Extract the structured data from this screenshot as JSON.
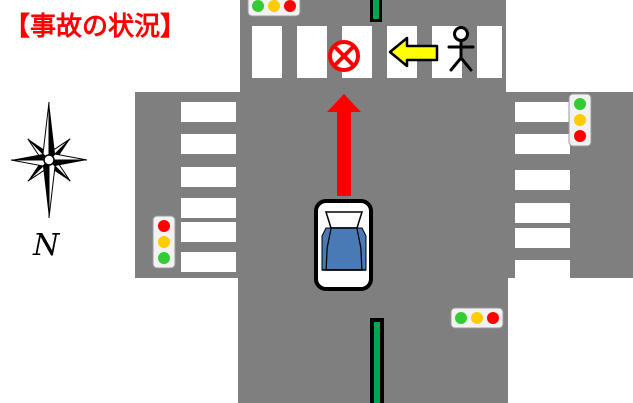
{
  "title": "【事故の状況】",
  "compass": {
    "label": "N"
  },
  "colors": {
    "title": "#ff0000",
    "road": "#7f7f7f",
    "crosswalk": "#ffffff",
    "center_line": "#00a651",
    "arrow_red": "#ff0000",
    "arrow_yellow": "#ffff00",
    "car_body": "#4a7ab5",
    "signal_green": "#33cc33",
    "signal_yellow": "#ffcc00",
    "signal_red": "#ff0000"
  },
  "signals": [
    {
      "name": "north-signal",
      "orientation": "horizontal",
      "lamps": [
        "green",
        "yellow",
        "red"
      ]
    },
    {
      "name": "east-signal",
      "orientation": "vertical",
      "lamps": [
        "green",
        "yellow",
        "red"
      ]
    },
    {
      "name": "west-signal",
      "orientation": "vertical",
      "lamps": [
        "red",
        "yellow",
        "green"
      ]
    },
    {
      "name": "south-signal",
      "orientation": "horizontal",
      "lamps": [
        "green",
        "yellow",
        "red"
      ]
    }
  ],
  "icons": [
    "prohibited-icon",
    "red-arrow-icon",
    "yellow-arrow-icon",
    "pedestrian-icon",
    "car-icon",
    "compass-icon"
  ]
}
